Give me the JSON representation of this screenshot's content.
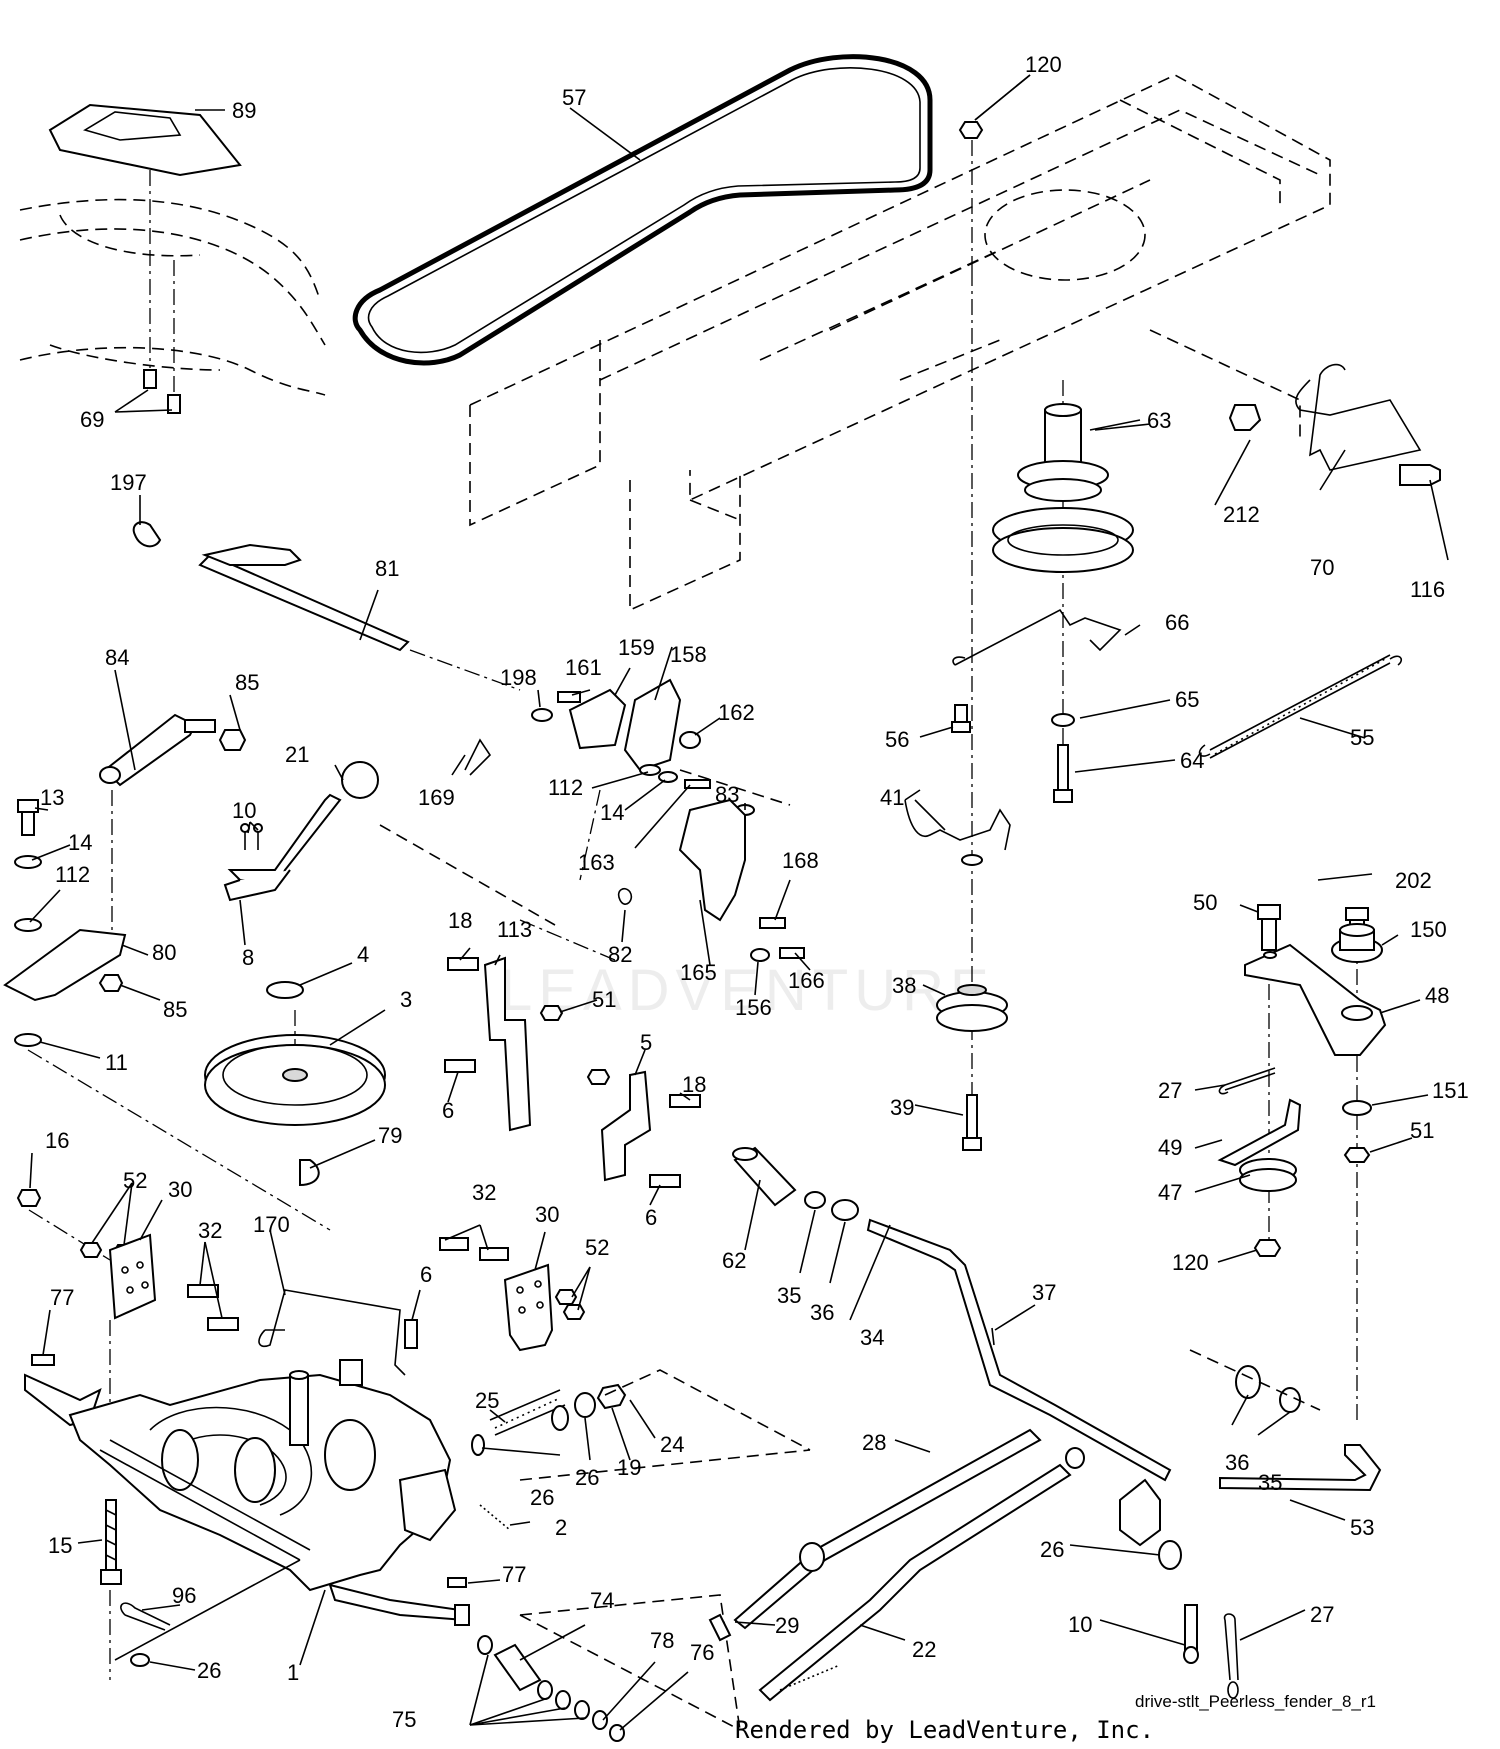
{
  "diagram": {
    "watermark": "LEADVENTURE",
    "file_label": "drive-stlt_Peerless_fender_8_r1",
    "rendered_by": "Rendered by LeadVenture, Inc.",
    "labels": {
      "l1": "1",
      "l2": "2",
      "l3": "3",
      "l4": "4",
      "l5": "5",
      "l6a": "6",
      "l6b": "6",
      "l6c": "6",
      "l8": "8",
      "l10a": "10",
      "l10b": "10",
      "l11": "11",
      "l13": "13",
      "l14a": "14",
      "l14b": "14",
      "l15": "15",
      "l16": "16",
      "l18a": "18",
      "l18b": "18",
      "l19": "19",
      "l21": "21",
      "l22": "22",
      "l24": "24",
      "l25": "25",
      "l26a": "26",
      "l26b": "26",
      "l26c": "26",
      "l26d": "26",
      "l27a": "27",
      "l27b": "27",
      "l28": "28",
      "l29": "29",
      "l30a": "30",
      "l30b": "30",
      "l32a": "32",
      "l32b": "32",
      "l34": "34",
      "l35a": "35",
      "l35b": "35",
      "l36a": "36",
      "l36b": "36",
      "l37": "37",
      "l38": "38",
      "l39": "39",
      "l41": "41",
      "l47": "47",
      "l48": "48",
      "l49": "49",
      "l50": "50",
      "l51a": "51",
      "l51b": "51",
      "l52a": "52",
      "l52b": "52",
      "l53": "53",
      "l55": "55",
      "l56": "56",
      "l57": "57",
      "l62": "62",
      "l63": "63",
      "l64": "64",
      "l65": "65",
      "l66": "66",
      "l69": "69",
      "l70": "70",
      "l74": "74",
      "l75": "75",
      "l76": "76",
      "l77a": "77",
      "l77b": "77",
      "l78": "78",
      "l79": "79",
      "l80": "80",
      "l81": "81",
      "l82": "82",
      "l83": "83",
      "l84": "84",
      "l85a": "85",
      "l85b": "85",
      "l89": "89",
      "l96": "96",
      "l112a": "112",
      "l112b": "112",
      "l113": "113",
      "l116": "116",
      "l120a": "120",
      "l120b": "120",
      "l150": "150",
      "l151": "151",
      "l156": "156",
      "l158": "158",
      "l159": "159",
      "l161": "161",
      "l162": "162",
      "l163": "163",
      "l165": "165",
      "l166": "166",
      "l168": "168",
      "l169": "169",
      "l170": "170",
      "l197": "197",
      "l198": "198",
      "l202": "202",
      "l212": "212"
    }
  }
}
